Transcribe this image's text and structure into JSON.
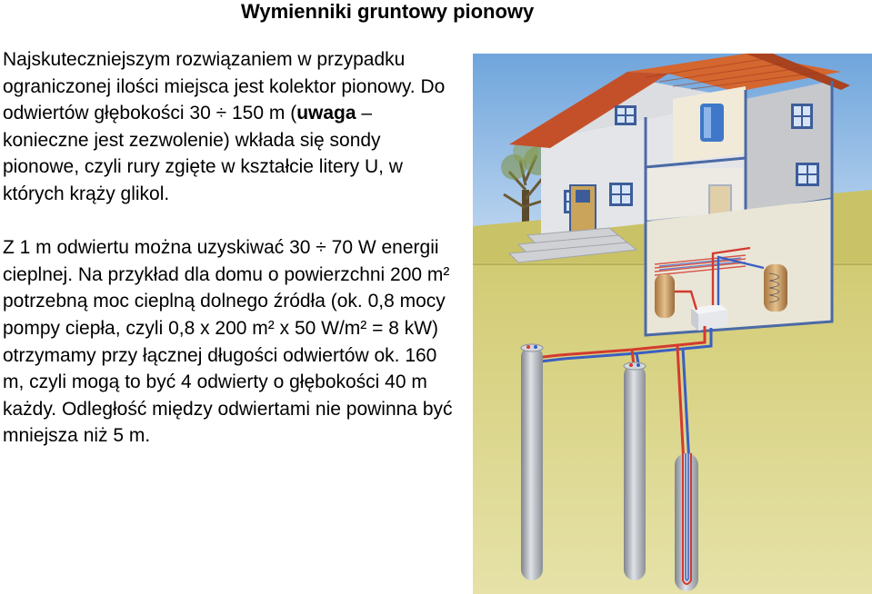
{
  "slide": {
    "title": "Wymienniki gruntowy pionowy"
  },
  "paragraph1": {
    "part1": "Najskuteczniejszym rozwiązaniem w przypadku ograniczonej ilości miejsca jest kolektor pionowy. Do odwiertów głębokości 30 ÷ 150 m (",
    "emphasis": "uwaga",
    "part2": " – konieczne jest zezwolenie) wkłada się sondy pionowe, czyli rury zgięte w kształcie litery U, w których krąży glikol."
  },
  "paragraph2": {
    "text": "Z 1 m odwiertu można uzyskiwać 30 ÷ 70 W energii cieplnej. Na przykład dla domu o powierzchni 200 m² potrzebną moc cieplną dolnego źródła (ok. 0,8 mocy pompy ciepła, czyli 0,8 x 200 m² x 50 W/m² = 8 kW) otrzymamy przy łącznej długości odwiertów ok. 160 m, czyli mogą to być 4 odwierty o głębokości 40 m każdy. Odległość między odwiertami nie powinna być mniejsza niż 5 m."
  },
  "illustration": {
    "colors": {
      "sky": "#9fc4ea",
      "sky_top": "#6fa5dc",
      "ground": "#cfc86a",
      "soil": "#d7d27e",
      "roof": "#c4502a",
      "wall": "#dfe0e3",
      "frame": "#4b6aa5",
      "pipe_hot": "#d43a2f",
      "pipe_cold": "#3a5fc2",
      "probe": "#a9adb3"
    }
  }
}
